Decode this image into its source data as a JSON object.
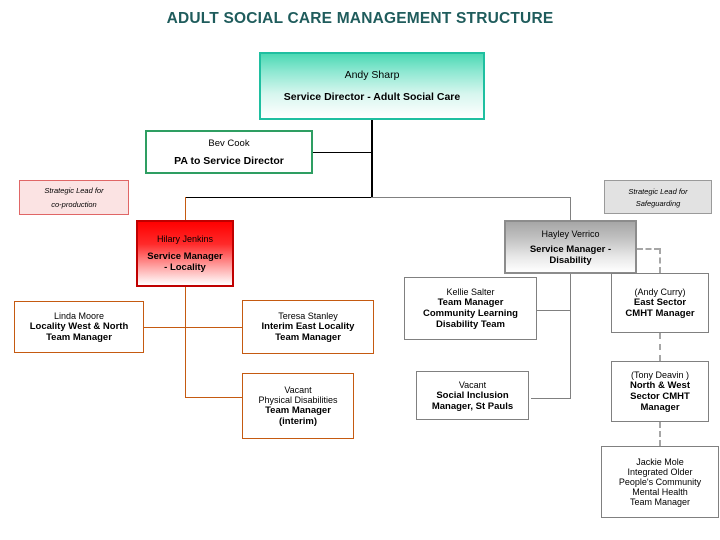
{
  "page": {
    "title": "ADULT SOCIAL CARE MANAGEMENT STRUCTURE",
    "title_color": "#1F5C5C",
    "background": "#FFFFFF"
  },
  "boxes": {
    "director": {
      "name": "Andy Sharp",
      "role": "Service Director - Adult Social Care",
      "border_color": "#1FBFA0",
      "fill": "green-gradient"
    },
    "pa": {
      "name": "Bev Cook",
      "role": "PA to Service Director",
      "border_color": "#2E9E62",
      "fill": "#FFFFFF"
    },
    "coproduction": {
      "line1": "Strategic Lead for",
      "line2": "co-production",
      "border_color": "#E06666",
      "fill": "#FBE3E3"
    },
    "safeguarding": {
      "line1": "Strategic Lead for",
      "line2": "Safeguarding",
      "border_color": "#9A9A9A",
      "fill": "#E2E2E2"
    },
    "hilary": {
      "name": "Hilary Jenkins",
      "role_line1": "Service Manager",
      "role_line2": "- Locality",
      "border_color": "#C00000",
      "fill": "red-gradient"
    },
    "hayley": {
      "name": "Hayley Verrico",
      "role_line1": "Service Manager -",
      "role_line2": "Disability",
      "border_color": "#8C8C8C",
      "fill": "gray-gradient"
    },
    "linda": {
      "name": "Linda Moore",
      "role_line1": "Locality West & North",
      "role_line2": "Team  Manager",
      "border_color": "#C55A11",
      "fill": "#FFFFFF"
    },
    "teresa": {
      "name": "Teresa Stanley",
      "role_line1": "Interim East Locality",
      "role_line2": "Team Manager",
      "border_color": "#C55A11",
      "fill": "#FFFFFF"
    },
    "vacant_pd": {
      "name": "Vacant",
      "role_line1": "Physical Disabilities",
      "role_line2": "Team Manager",
      "role_line3": "(interim)",
      "border_color": "#C55A11",
      "fill": "#FFFFFF"
    },
    "kellie": {
      "name": "Kellie Salter",
      "role_line1": "Team Manager",
      "role_line2": "Community Learning",
      "role_line3": "Disability  Team",
      "border_color": "#808080",
      "fill": "#FFFFFF"
    },
    "vacant_si": {
      "name": "Vacant",
      "role_line1": "Social Inclusion",
      "role_line2": "Manager, St Pauls",
      "border_color": "#808080",
      "fill": "#FFFFFF"
    },
    "andy_curry": {
      "name": "(Andy Curry)",
      "role_line1": "East Sector",
      "role_line2": "CMHT Manager",
      "border_color": "#808080",
      "fill": "#FFFFFF"
    },
    "tony_deavin": {
      "name": "(Tony Deavin )",
      "role_line1": "North & West",
      "role_line2": "Sector CMHT",
      "role_line3": "Manager",
      "border_color": "#808080",
      "fill": "#FFFFFF"
    },
    "jackie": {
      "name": "Jackie Mole",
      "role_line1": "Integrated Older",
      "role_line2": "People's Community",
      "role_line3": "Mental Health",
      "role_line4": "Team Manager",
      "border_color": "#808080",
      "fill": "#FFFFFF"
    }
  }
}
